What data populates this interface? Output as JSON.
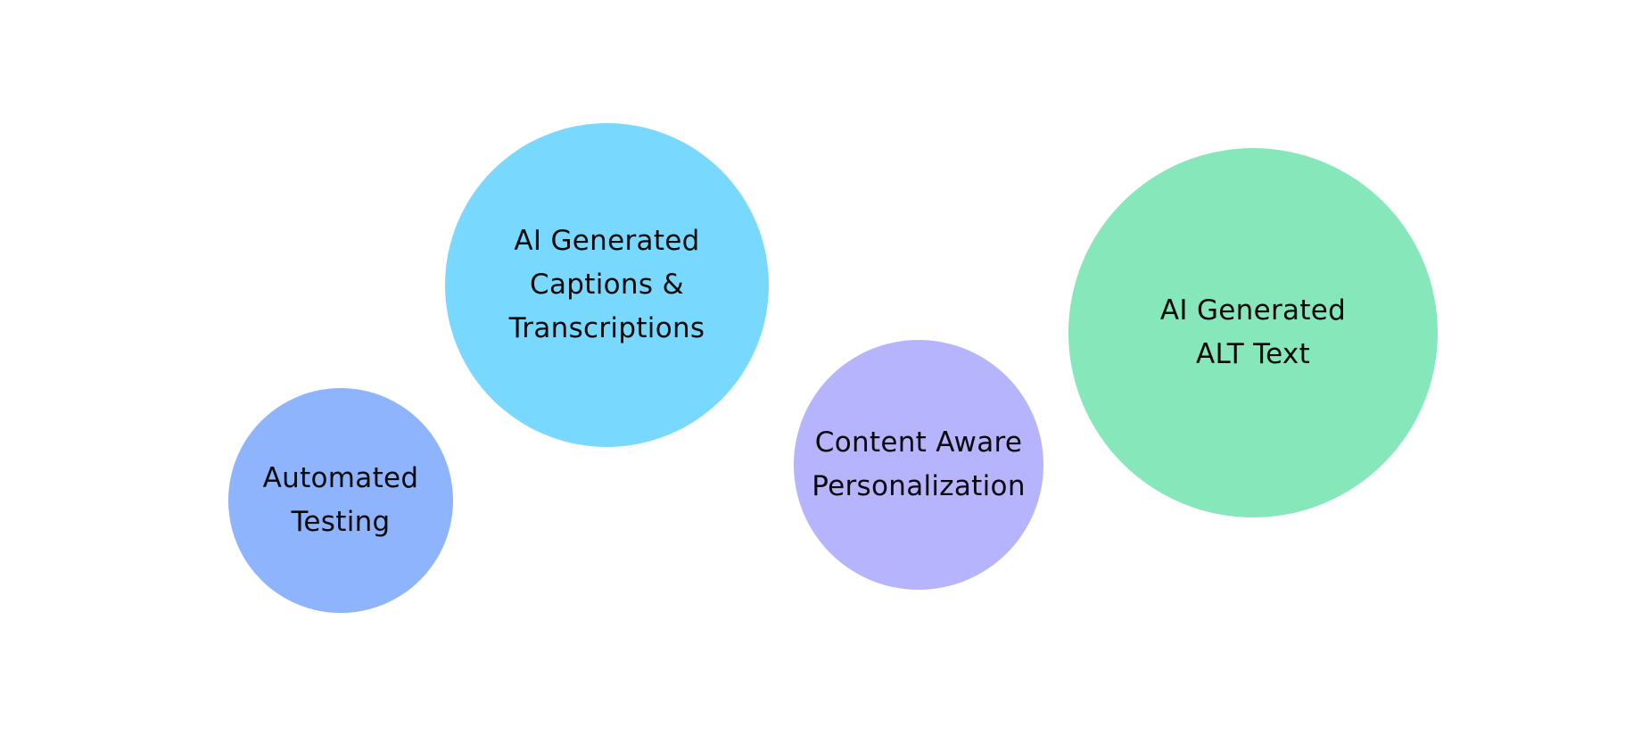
{
  "bubbles": [
    {
      "id": "automated-testing",
      "lines": [
        "Automated",
        "Testing"
      ],
      "color": "#8eb4fd"
    },
    {
      "id": "captions",
      "lines": [
        "AI Generated",
        "Captions &",
        "Transcriptions"
      ],
      "color": "#79d8fe"
    },
    {
      "id": "personalization",
      "lines": [
        "Content Aware",
        "Personalization"
      ],
      "color": "#b6b4fd"
    },
    {
      "id": "alt-text",
      "lines": [
        "AI Generated",
        "ALT Text"
      ],
      "color": "#86e8ba"
    }
  ]
}
